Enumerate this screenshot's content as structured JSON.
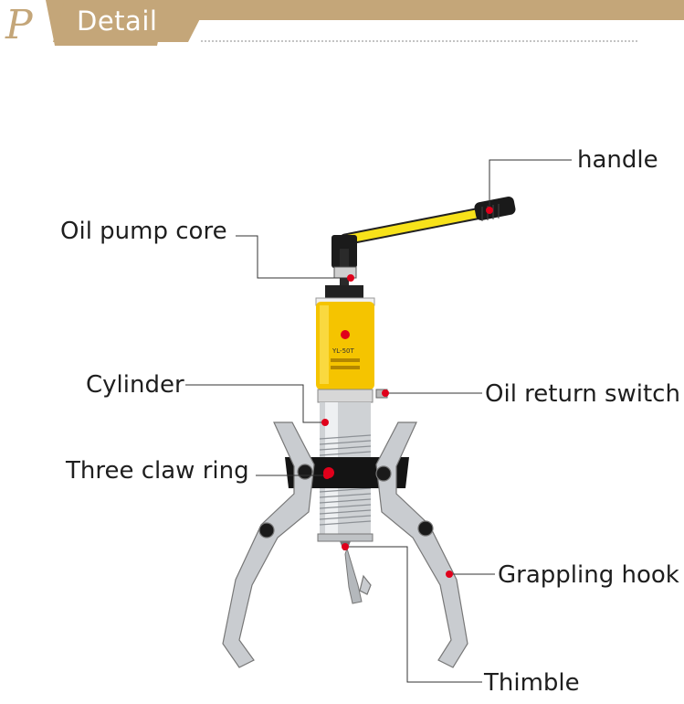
{
  "header": {
    "logo_letter": "P",
    "title": "Detail"
  },
  "product": {
    "cylinder_model": "YL-50T"
  },
  "callouts": {
    "handle": "handle",
    "oil_pump_core": "Oil pump core",
    "cylinder": "Cylinder",
    "oil_return_switch": "Oil return switch",
    "three_claw_ring": "Three claw ring",
    "grappling_hook": "Grappling hook",
    "thimble": "Thimble"
  },
  "colors": {
    "header_band": "#c4a679",
    "cylinder_yellow": "#f5c400",
    "handle_yellow": "#f7e21a",
    "callout_dot": "#e0001b"
  }
}
